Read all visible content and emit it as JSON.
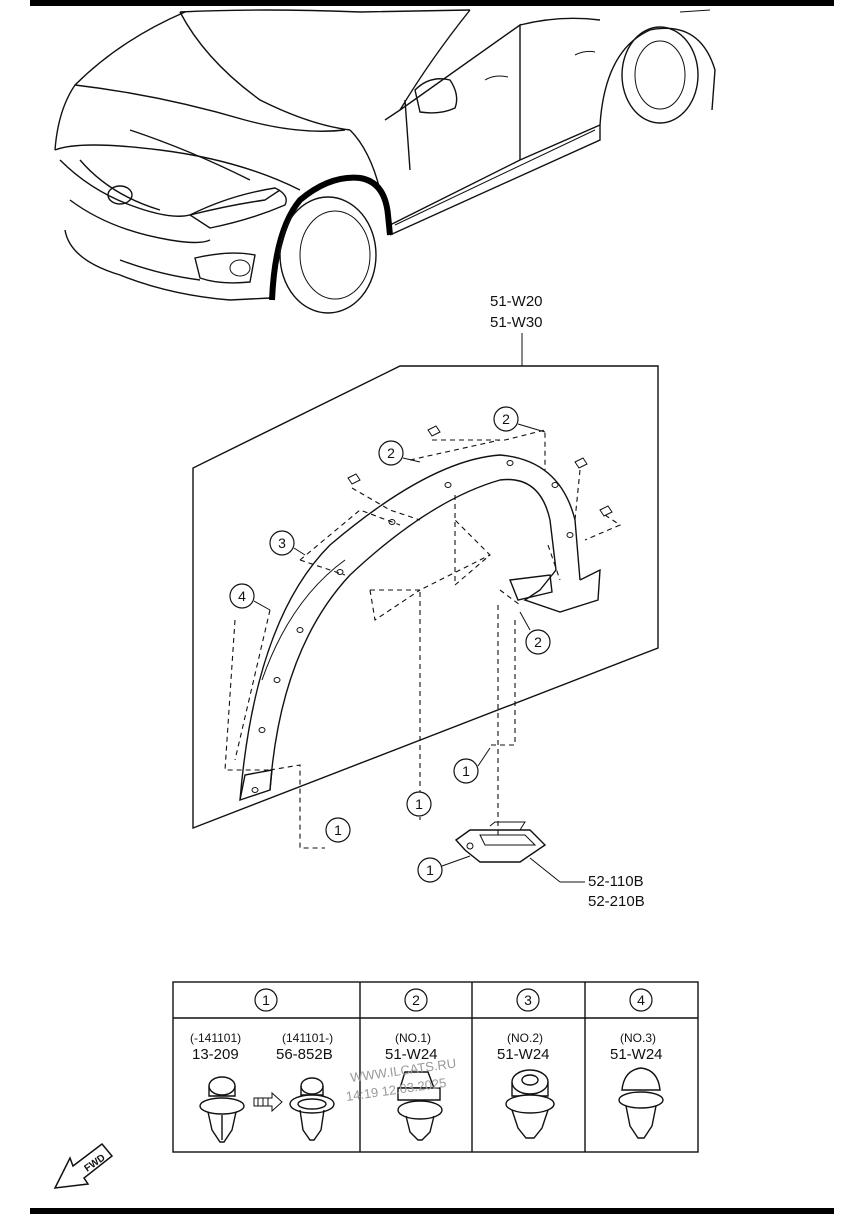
{
  "diagram": {
    "assembly_part_numbers": [
      "51-W20",
      "51-W30"
    ],
    "bracket_part_numbers": [
      "52-110B",
      "52-210B"
    ],
    "callouts": {
      "clip_2_top": "2",
      "clip_2_mid": "2",
      "clip_3": "3",
      "clip_4": "4",
      "clip_2_lower": "2",
      "clip_1_a": "1",
      "clip_1_b": "1",
      "clip_1_c": "1",
      "clip_1_d": "1"
    },
    "direction_label": "FWD"
  },
  "fastener_table": {
    "headers": [
      "1",
      "2",
      "3",
      "4"
    ],
    "cells": [
      {
        "range_a": "(-141101)",
        "part_a": "13-209",
        "range_b": "(141101-)",
        "part_b": "56-852B"
      },
      {
        "note": "(NO.1)",
        "part": "51-W24"
      },
      {
        "note": "(NO.2)",
        "part": "51-W24"
      },
      {
        "note": "(NO.3)",
        "part": "51-W24"
      }
    ]
  },
  "watermark": {
    "line1": "WWW.ILCATS.RU",
    "line2": "14:19 12.03.2025"
  }
}
